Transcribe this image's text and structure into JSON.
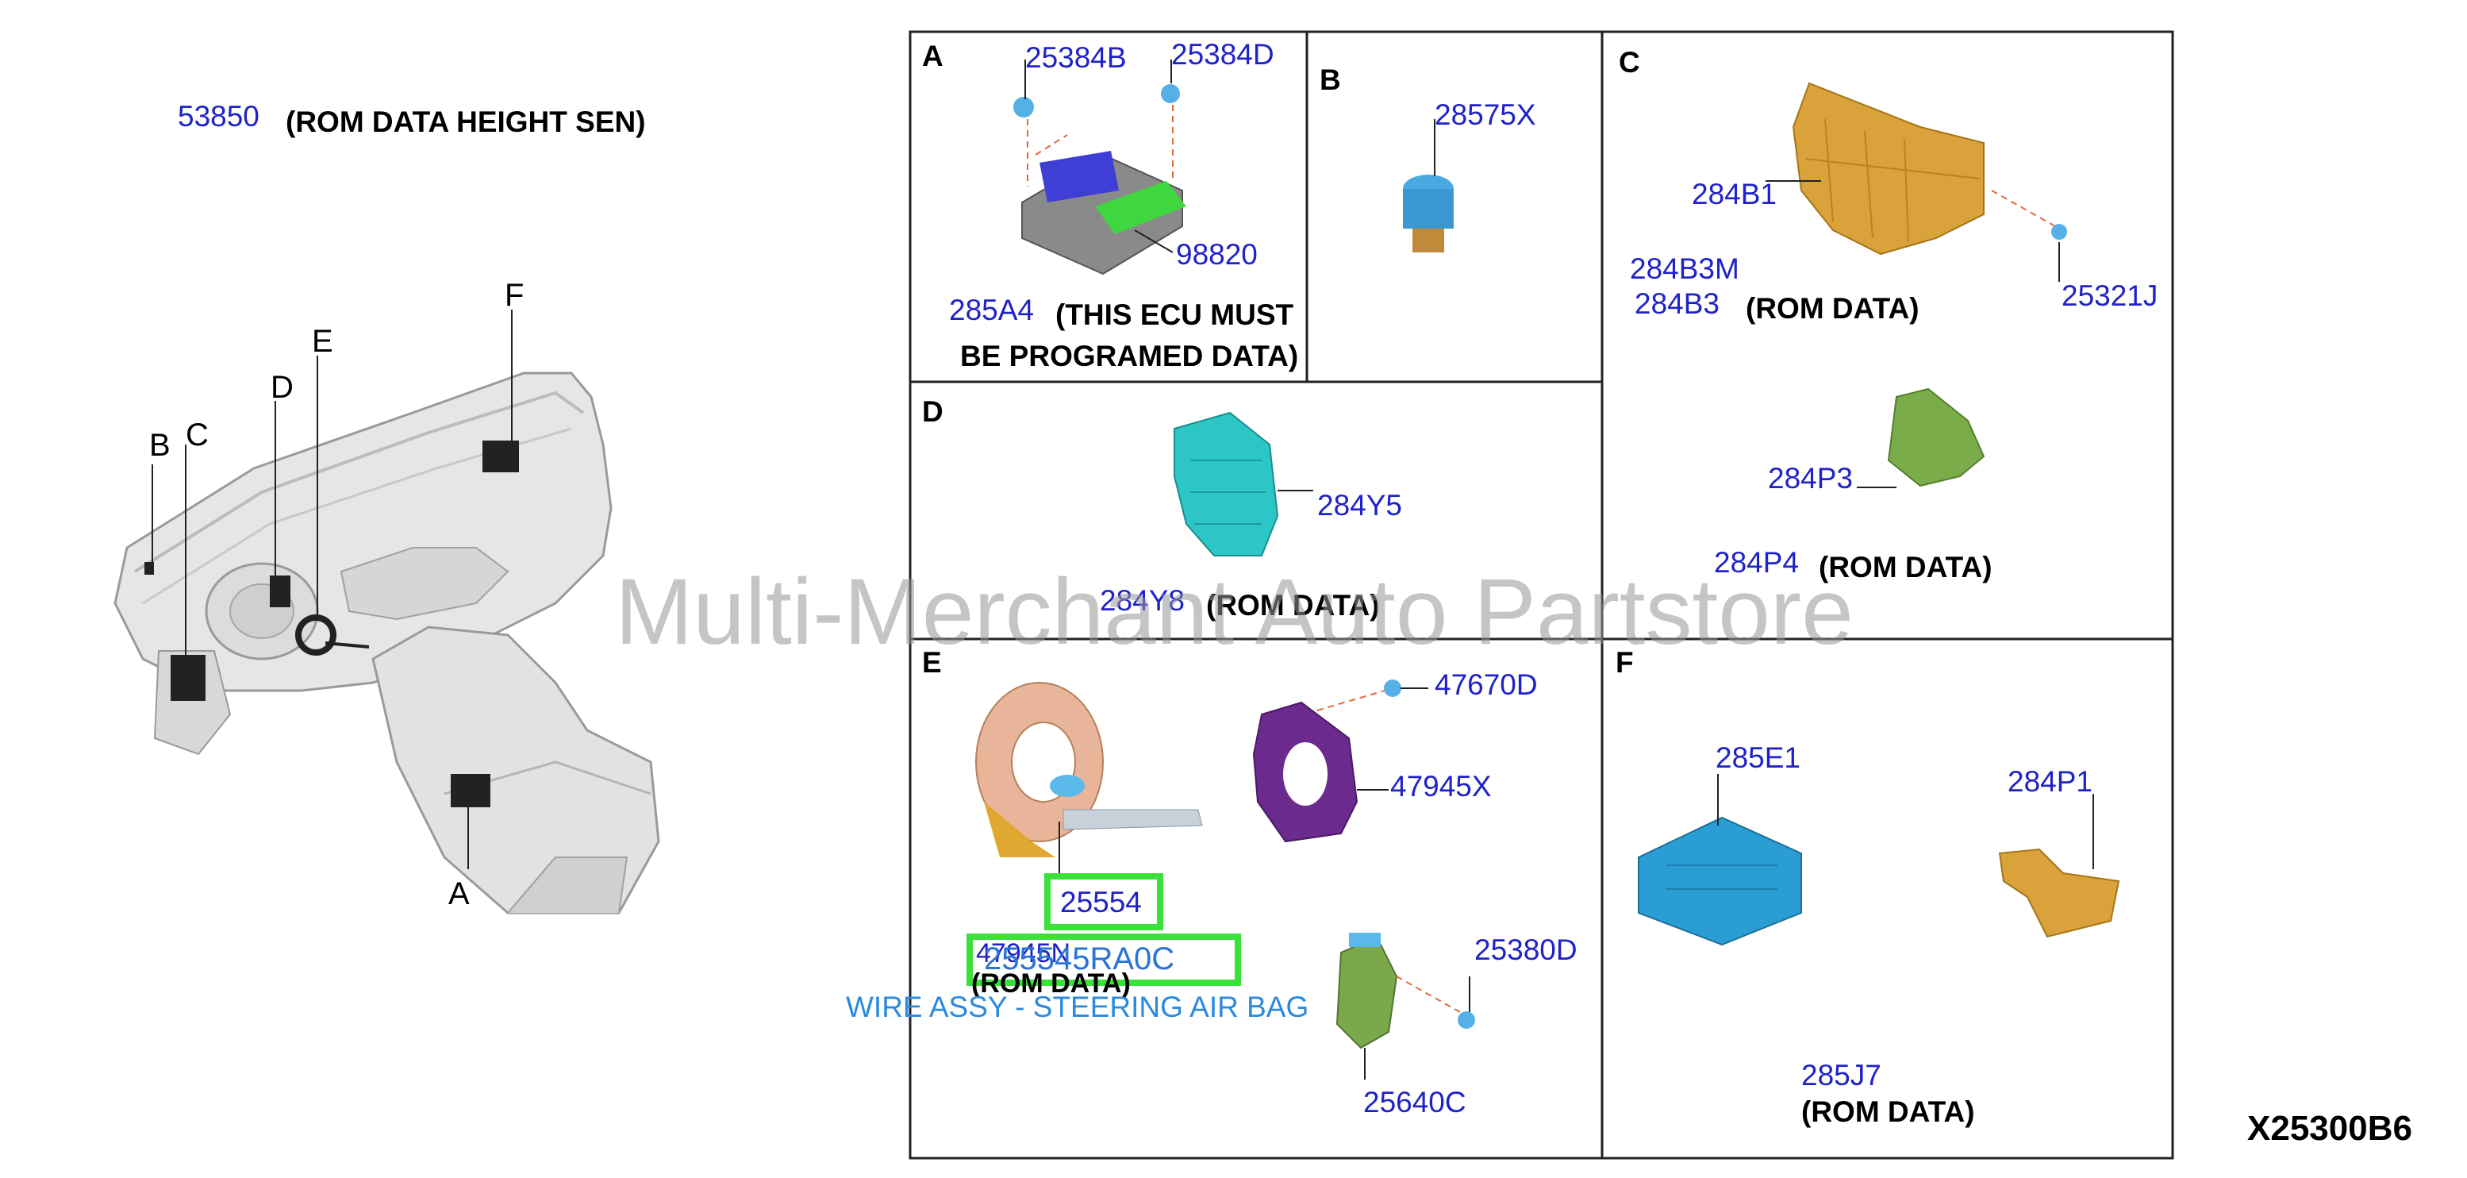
{
  "overview": {
    "height_sensor_part": "53850",
    "height_sensor_note": "(ROM DATA HEIGHT SEN)",
    "callouts": [
      "A",
      "B",
      "C",
      "D",
      "E",
      "F"
    ]
  },
  "panels": {
    "A": {
      "letter": "A",
      "parts": [
        "25384B",
        "25384D",
        "98820",
        "285A4"
      ],
      "note_line1": "(THIS ECU MUST",
      "note_line2": "BE PROGRAMED DATA)"
    },
    "B": {
      "letter": "B",
      "parts": [
        "28575X"
      ]
    },
    "C": {
      "letter": "C",
      "parts": [
        "284B1",
        "284B3M",
        "284B3",
        "25321J",
        "284P3",
        "284P4"
      ],
      "note_b3": "(ROM DATA)",
      "note_p4": "(ROM DATA)"
    },
    "D": {
      "letter": "D",
      "parts": [
        "284Y5",
        "284Y8"
      ],
      "note_y8": "(ROM DATA)"
    },
    "E": {
      "letter": "E",
      "parts": [
        "47670D",
        "47945X",
        "25554",
        "47945N",
        "25380D",
        "25640C"
      ],
      "note_n": "(ROM DATA)",
      "highlight_part": "255545RA0C",
      "highlight_desc": "WIRE ASSY - STEERING AIR BAG"
    },
    "F": {
      "letter": "F",
      "parts": [
        "285E1",
        "284P1",
        "285J7"
      ],
      "note_j7": "(ROM DATA)"
    }
  },
  "watermark": "Multi-Merchant Auto Partstore",
  "diagram_code": "X25300B6",
  "colors": {
    "part_number": "#1f22c8",
    "highlight_border": "#3be03b",
    "highlight_text": "#2a74d6",
    "watermark": "#969696"
  }
}
